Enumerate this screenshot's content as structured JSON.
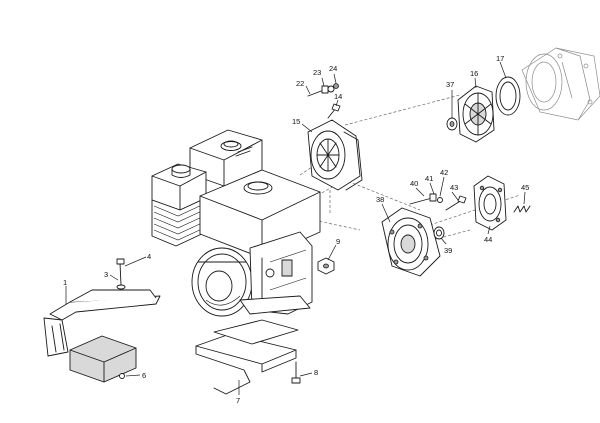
{
  "diagram": {
    "callouts": [
      {
        "id": "c1",
        "label": "1"
      },
      {
        "id": "c3",
        "label": "3"
      },
      {
        "id": "c4",
        "label": "4"
      },
      {
        "id": "c6",
        "label": "6"
      },
      {
        "id": "c7",
        "label": "7"
      },
      {
        "id": "c8",
        "label": "8"
      },
      {
        "id": "c9",
        "label": "9"
      },
      {
        "id": "c14",
        "label": "14"
      },
      {
        "id": "c15",
        "label": "15"
      },
      {
        "id": "c16",
        "label": "16"
      },
      {
        "id": "c17",
        "label": "17"
      },
      {
        "id": "c22",
        "label": "22"
      },
      {
        "id": "c23",
        "label": "23"
      },
      {
        "id": "c24",
        "label": "24"
      },
      {
        "id": "c37",
        "label": "37"
      },
      {
        "id": "c38",
        "label": "38"
      },
      {
        "id": "c39",
        "label": "39"
      },
      {
        "id": "c40",
        "label": "40"
      },
      {
        "id": "c41",
        "label": "41"
      },
      {
        "id": "c42",
        "label": "42"
      },
      {
        "id": "c43",
        "label": "43"
      },
      {
        "id": "c44",
        "label": "44"
      },
      {
        "id": "c45",
        "label": "45"
      }
    ],
    "colors": {
      "line": "#1a1a1a",
      "shade": "#d9d9d9",
      "dark_shade": "#9a9a9a",
      "background": "#ffffff"
    }
  }
}
